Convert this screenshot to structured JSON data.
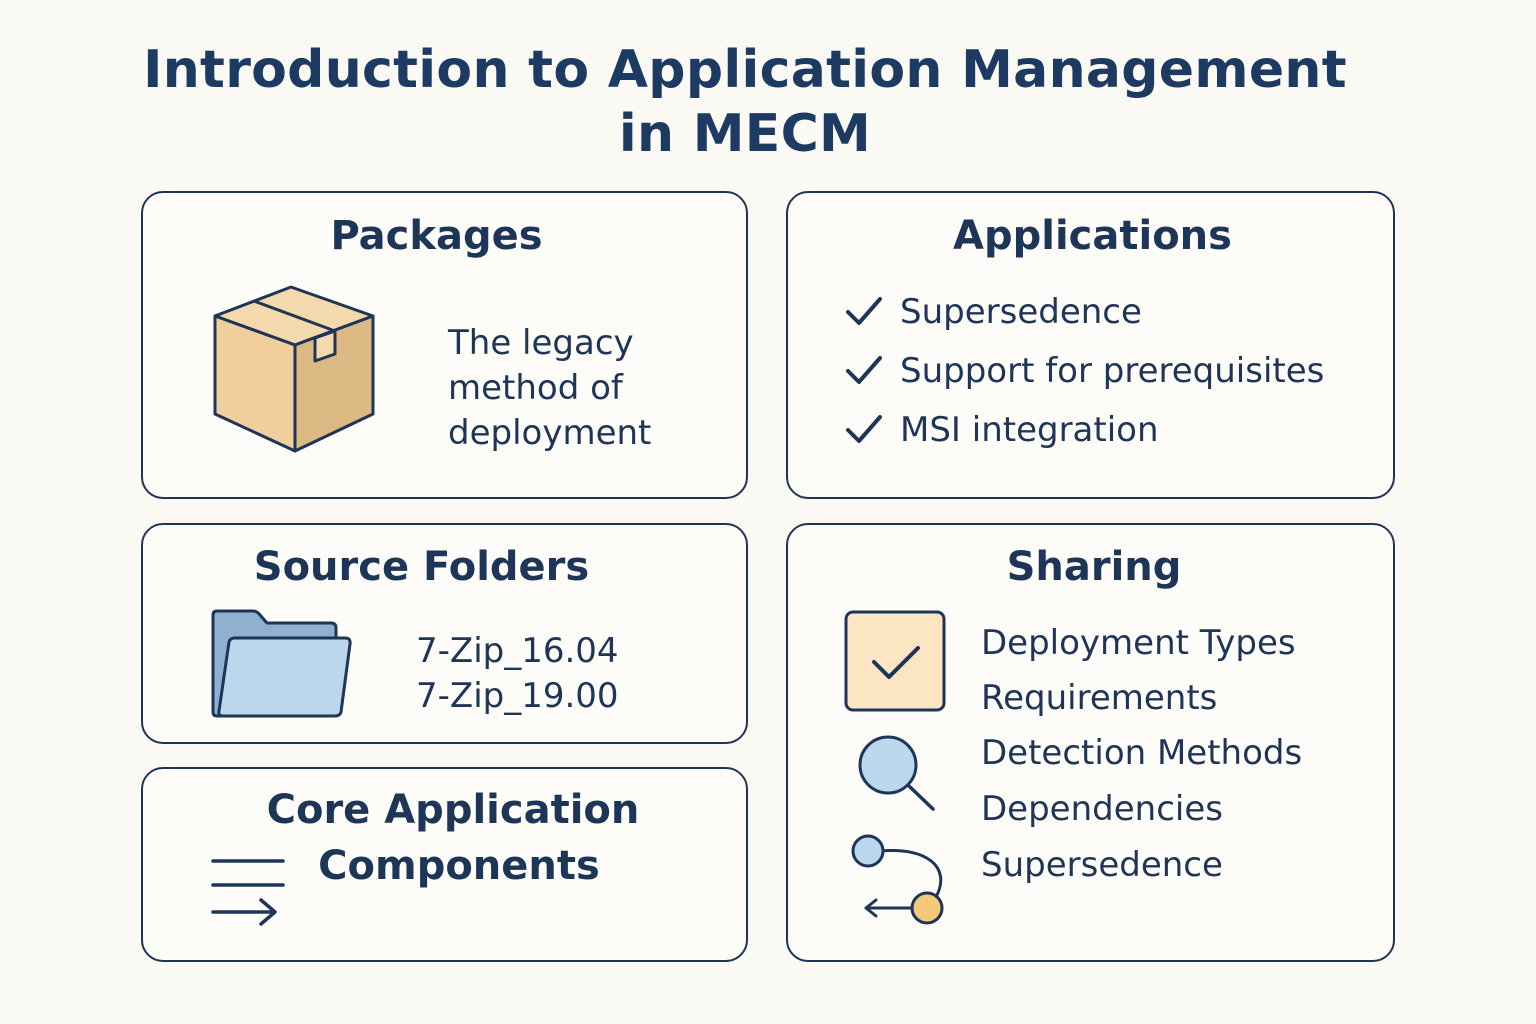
{
  "title": {
    "line1": "Introduction to Application Management",
    "line2": "in MECM"
  },
  "packages": {
    "heading": "Packages",
    "description": [
      "The legacy",
      "method of",
      "deployment"
    ],
    "icon": "package-box-icon"
  },
  "applications": {
    "heading": "Applications",
    "features": [
      "Supersedence",
      "Support for prerequisites",
      "MSI integration"
    ],
    "icon": "checkmark-icon"
  },
  "source_folders": {
    "heading": "Source Folders",
    "folders": [
      "7-Zip_16.04",
      "7-Zip_19.00"
    ],
    "icon": "folder-icon"
  },
  "core_components": {
    "heading_line1": "Core Application",
    "heading_line2": "Components",
    "icon": "list-arrow-icon"
  },
  "sharing": {
    "heading": "Sharing",
    "items": [
      "Deployment Types",
      "Requirements",
      "Detection Methods",
      "Dependencies",
      "Supersedence"
    ],
    "icons": [
      "checkbox-icon",
      "magnifier-icon",
      "dependency-flow-icon"
    ]
  },
  "colors": {
    "navy": "#1e3557",
    "cream": "#fbf9f3",
    "box_tan": "#f0cf9c",
    "folder_blue": "#bcd6ec",
    "accent_yellow": "#f4c97a"
  }
}
